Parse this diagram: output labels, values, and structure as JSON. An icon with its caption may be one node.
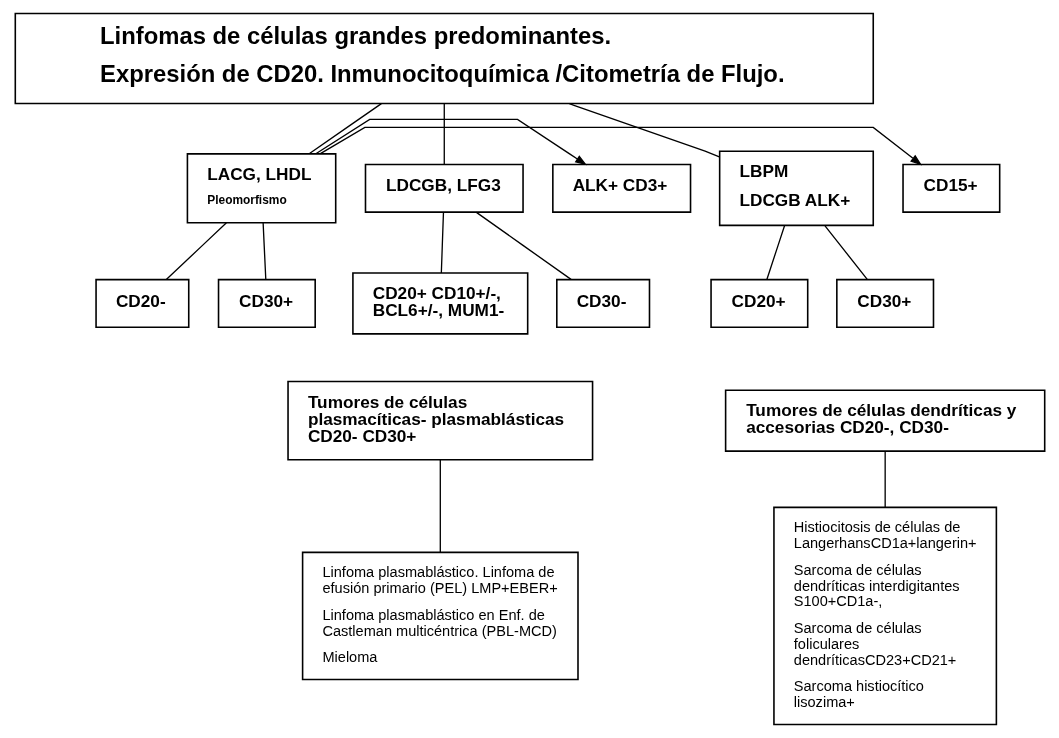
{
  "diagram": {
    "nodes": [
      {
        "text": [
          "Linfomas de células grandes predominantes.",
          "Expresión de CD20. Inmunocitoquímica /Citometría de Flujo."
        ]
      },
      {
        "text": [
          "LDCGB, LFG3"
        ]
      },
      {
        "text": [
          "ALK+ CD3+"
        ]
      },
      {
        "text": [
          "LACG, LHDL",
          "Pleomorfismo"
        ]
      },
      {
        "text": [
          "CD15+"
        ]
      },
      {
        "text": [
          "LBPM",
          "LDCGB ALK+"
        ]
      },
      {
        "text": [
          "CD20+ CD10+/-, BCL6+/-, MUM1-"
        ]
      },
      {
        "text": [
          "CD30-"
        ]
      },
      {
        "text": [
          "CD20-"
        ]
      },
      {
        "text": [
          "CD30+"
        ]
      },
      {
        "text": [
          "CD20+"
        ]
      },
      {
        "text": [
          "CD30+"
        ]
      },
      {
        "text": [
          "Tumores de células plasmacíticas- plasmablásticas CD20- CD30+"
        ]
      },
      {
        "text": [
          "Linfoma plasmablástico. Linfoma de efusión primario (PEL) LMP+EBER+",
          "Linfoma plasmablástico en Enf. de Castleman multicéntrica (PBL-MCD)",
          "Mieloma"
        ]
      },
      {
        "text": [
          "Tumores de células dendríticas y accesorias CD20-, CD30-"
        ]
      },
      {
        "text": [
          "Histiocitosis de células de LangerhansCD1a+langerin+",
          "Sarcoma de células dendríticas interdigitantes S100+CD1a-,",
          "Sarcoma de células foliculares dendríticasCD23+CD21+",
          "Sarcoma histiocítico lisozima+"
        ]
      }
    ],
    "edges": [
      {
        "from": 0,
        "to": 1,
        "arrow": "none"
      },
      {
        "from": 0,
        "to": 3,
        "arrow": "none"
      },
      {
        "from": 0,
        "to": 5,
        "arrow": "none"
      },
      {
        "from": 3,
        "to": 2,
        "arrow": "to"
      },
      {
        "from": 3,
        "to": 4,
        "arrow": "to"
      },
      {
        "from": 1,
        "to": 6,
        "arrow": "none"
      },
      {
        "from": 1,
        "to": 7,
        "arrow": "none"
      },
      {
        "from": 3,
        "to": 8,
        "arrow": "none"
      },
      {
        "from": 3,
        "to": 9,
        "arrow": "none"
      },
      {
        "from": 5,
        "to": 10,
        "arrow": "none"
      },
      {
        "from": 5,
        "to": 11,
        "arrow": "none"
      },
      {
        "from": 12,
        "to": 13,
        "arrow": "none"
      },
      {
        "from": 14,
        "to": 15,
        "arrow": "none"
      }
    ]
  }
}
